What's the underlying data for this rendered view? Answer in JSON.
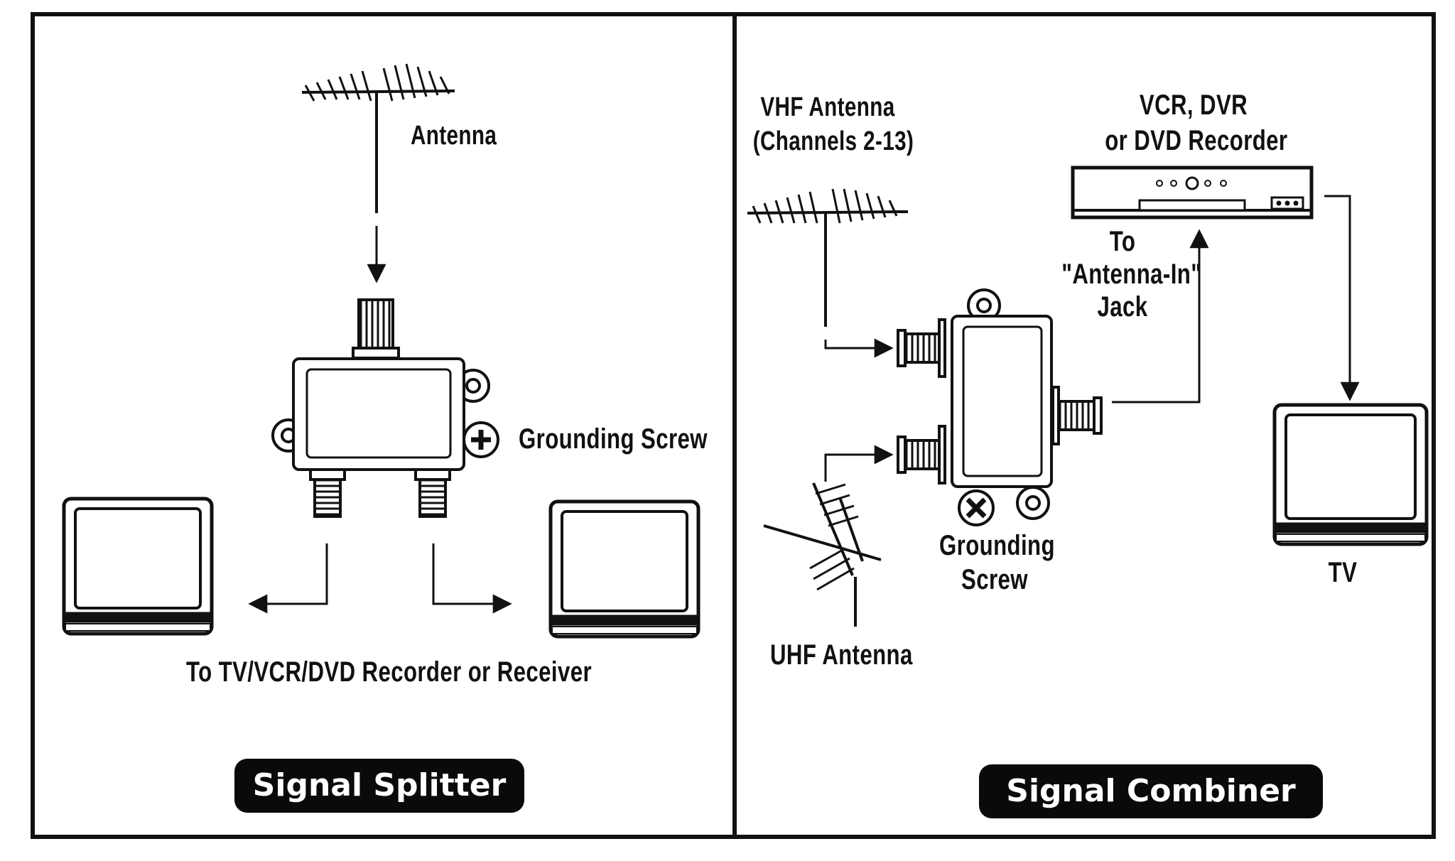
{
  "left_panel": {
    "antenna_label": "Antenna",
    "grounding_label": "Grounding Screw",
    "output_label": "To TV/VCR/DVD Recorder or Receiver",
    "title": "Signal Splitter"
  },
  "right_panel": {
    "vhf_label_line1": "VHF Antenna",
    "vhf_label_line2": "(Channels 2-13)",
    "recorder_label_line1": "VCR, DVR",
    "recorder_label_line2": "or DVD Recorder",
    "jack_label_line1": "To",
    "jack_label_line2": "\"Antenna-In\"",
    "jack_label_line3": "Jack",
    "grounding_label_line1": "Grounding",
    "grounding_label_line2": "Screw",
    "uhf_label": "UHF Antenna",
    "tv_label": "TV",
    "title": "Signal Combiner"
  }
}
